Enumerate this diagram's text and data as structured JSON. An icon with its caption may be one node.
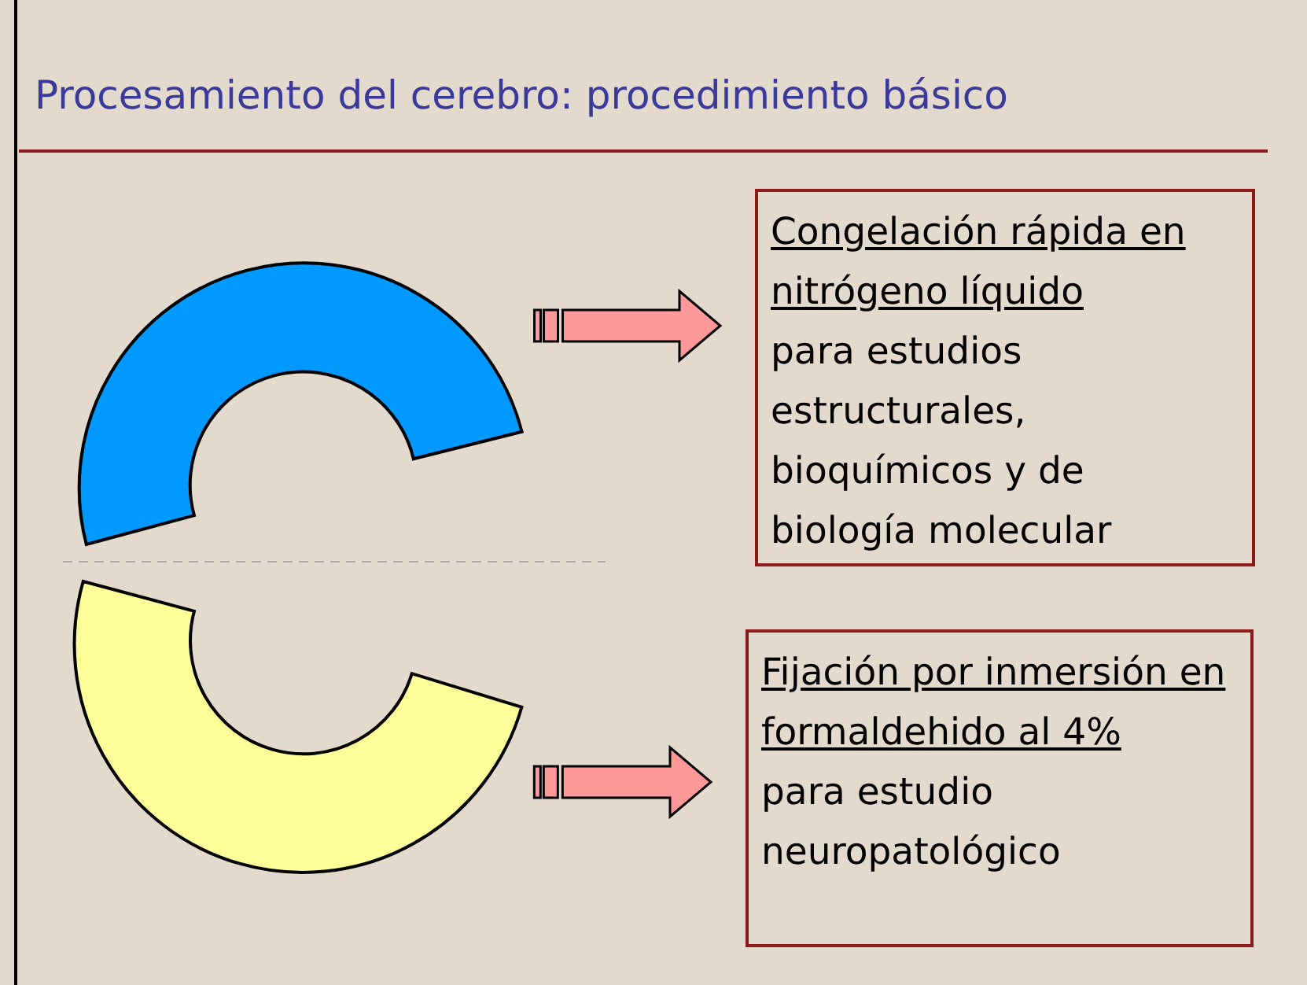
{
  "diagram": {
    "title": "Procesamiento del cerebro: procedimiento básico",
    "nodes": [
      {
        "text": [],
        "shape": "arc"
      },
      {
        "text": [],
        "shape": "arc"
      },
      {
        "text": [
          "Congelación rápida en nitrógeno líquido",
          "para estudios estructurales, bioquímicos y de biología molecular"
        ]
      },
      {
        "text": [
          "Fijación por inmersión en formaldehido al 4%",
          "para estudio neuropatológico"
        ]
      }
    ],
    "edges": [
      {
        "from": 0,
        "to": 2,
        "arrow": "to"
      },
      {
        "from": 1,
        "to": 3,
        "arrow": "to"
      }
    ]
  }
}
